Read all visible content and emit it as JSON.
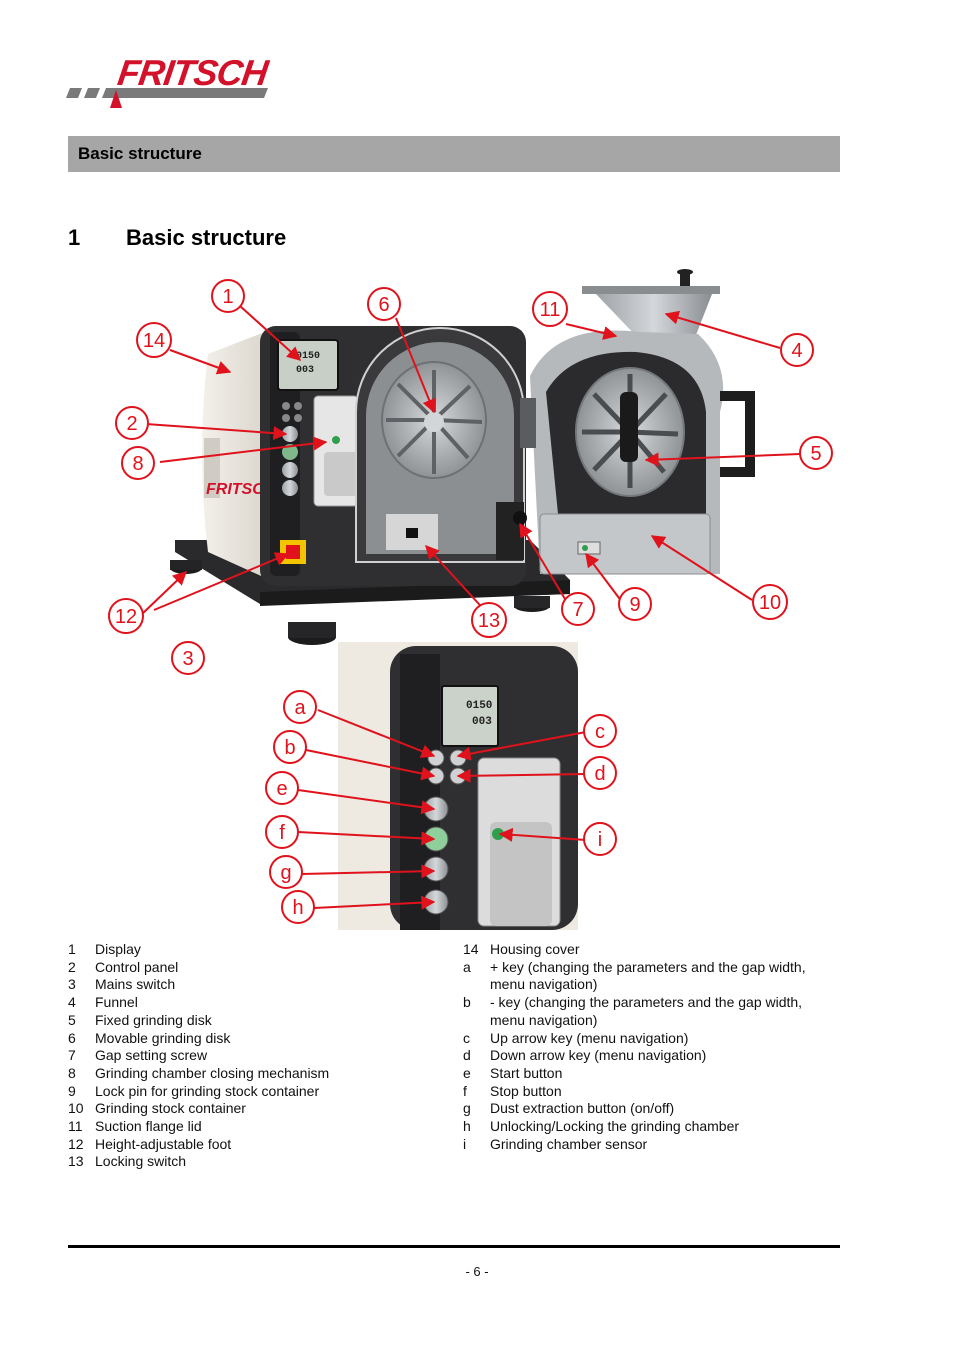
{
  "logo": {
    "text": "FRITSCH"
  },
  "section_bar": {
    "title": "Basic structure"
  },
  "heading": {
    "number": "1",
    "title": "Basic structure"
  },
  "figure": {
    "main_labels": [
      "1",
      "2",
      "3",
      "4",
      "5",
      "6",
      "7",
      "8",
      "9",
      "10",
      "11",
      "12",
      "13",
      "14"
    ],
    "detail_labels": [
      "a",
      "b",
      "c",
      "d",
      "e",
      "f",
      "g",
      "h",
      "i"
    ],
    "display": {
      "speed": "0150",
      "time": "003"
    },
    "brand_on_housing": "FRITSCH",
    "colors": {
      "callout_red": "#e0121c",
      "housing": "#e9e5dc",
      "panel": "#2e2e30",
      "metal": "#b9bcbf"
    }
  },
  "legend_left": [
    {
      "key": "1",
      "text": "Display"
    },
    {
      "key": "2",
      "text": "Control panel"
    },
    {
      "key": "3",
      "text": "Mains switch"
    },
    {
      "key": "4",
      "text": "Funnel"
    },
    {
      "key": "5",
      "text": "Fixed grinding disk"
    },
    {
      "key": "6",
      "text": "Movable grinding disk"
    },
    {
      "key": "7",
      "text": "Gap setting screw"
    },
    {
      "key": "8",
      "text": "Grinding chamber closing mechanism"
    },
    {
      "key": "9",
      "text": "Lock pin for grinding stock container"
    },
    {
      "key": "10",
      "text": "Grinding stock container"
    },
    {
      "key": "11",
      "text": "Suction flange lid"
    },
    {
      "key": "12",
      "text": "Height-adjustable foot"
    },
    {
      "key": "13",
      "text": "Locking switch"
    }
  ],
  "legend_right": [
    {
      "key": "14",
      "text": "Housing cover"
    },
    {
      "key": "a",
      "text": "+ key (changing the parameters and the gap width, menu navigation)"
    },
    {
      "key": "b",
      "text": "- key (changing the parameters and the gap width, menu navigation)"
    },
    {
      "key": "c",
      "text": "Up arrow key (menu navigation)"
    },
    {
      "key": "d",
      "text": "Down arrow key (menu navigation)"
    },
    {
      "key": "e",
      "text": "Start button"
    },
    {
      "key": "f",
      "text": "Stop button"
    },
    {
      "key": "g",
      "text": "Dust extraction button (on/off)"
    },
    {
      "key": "h",
      "text": "Unlocking/Locking the grinding chamber"
    },
    {
      "key": "i",
      "text": "Grinding chamber sensor"
    }
  ],
  "footer": {
    "page": "- 6 -"
  }
}
